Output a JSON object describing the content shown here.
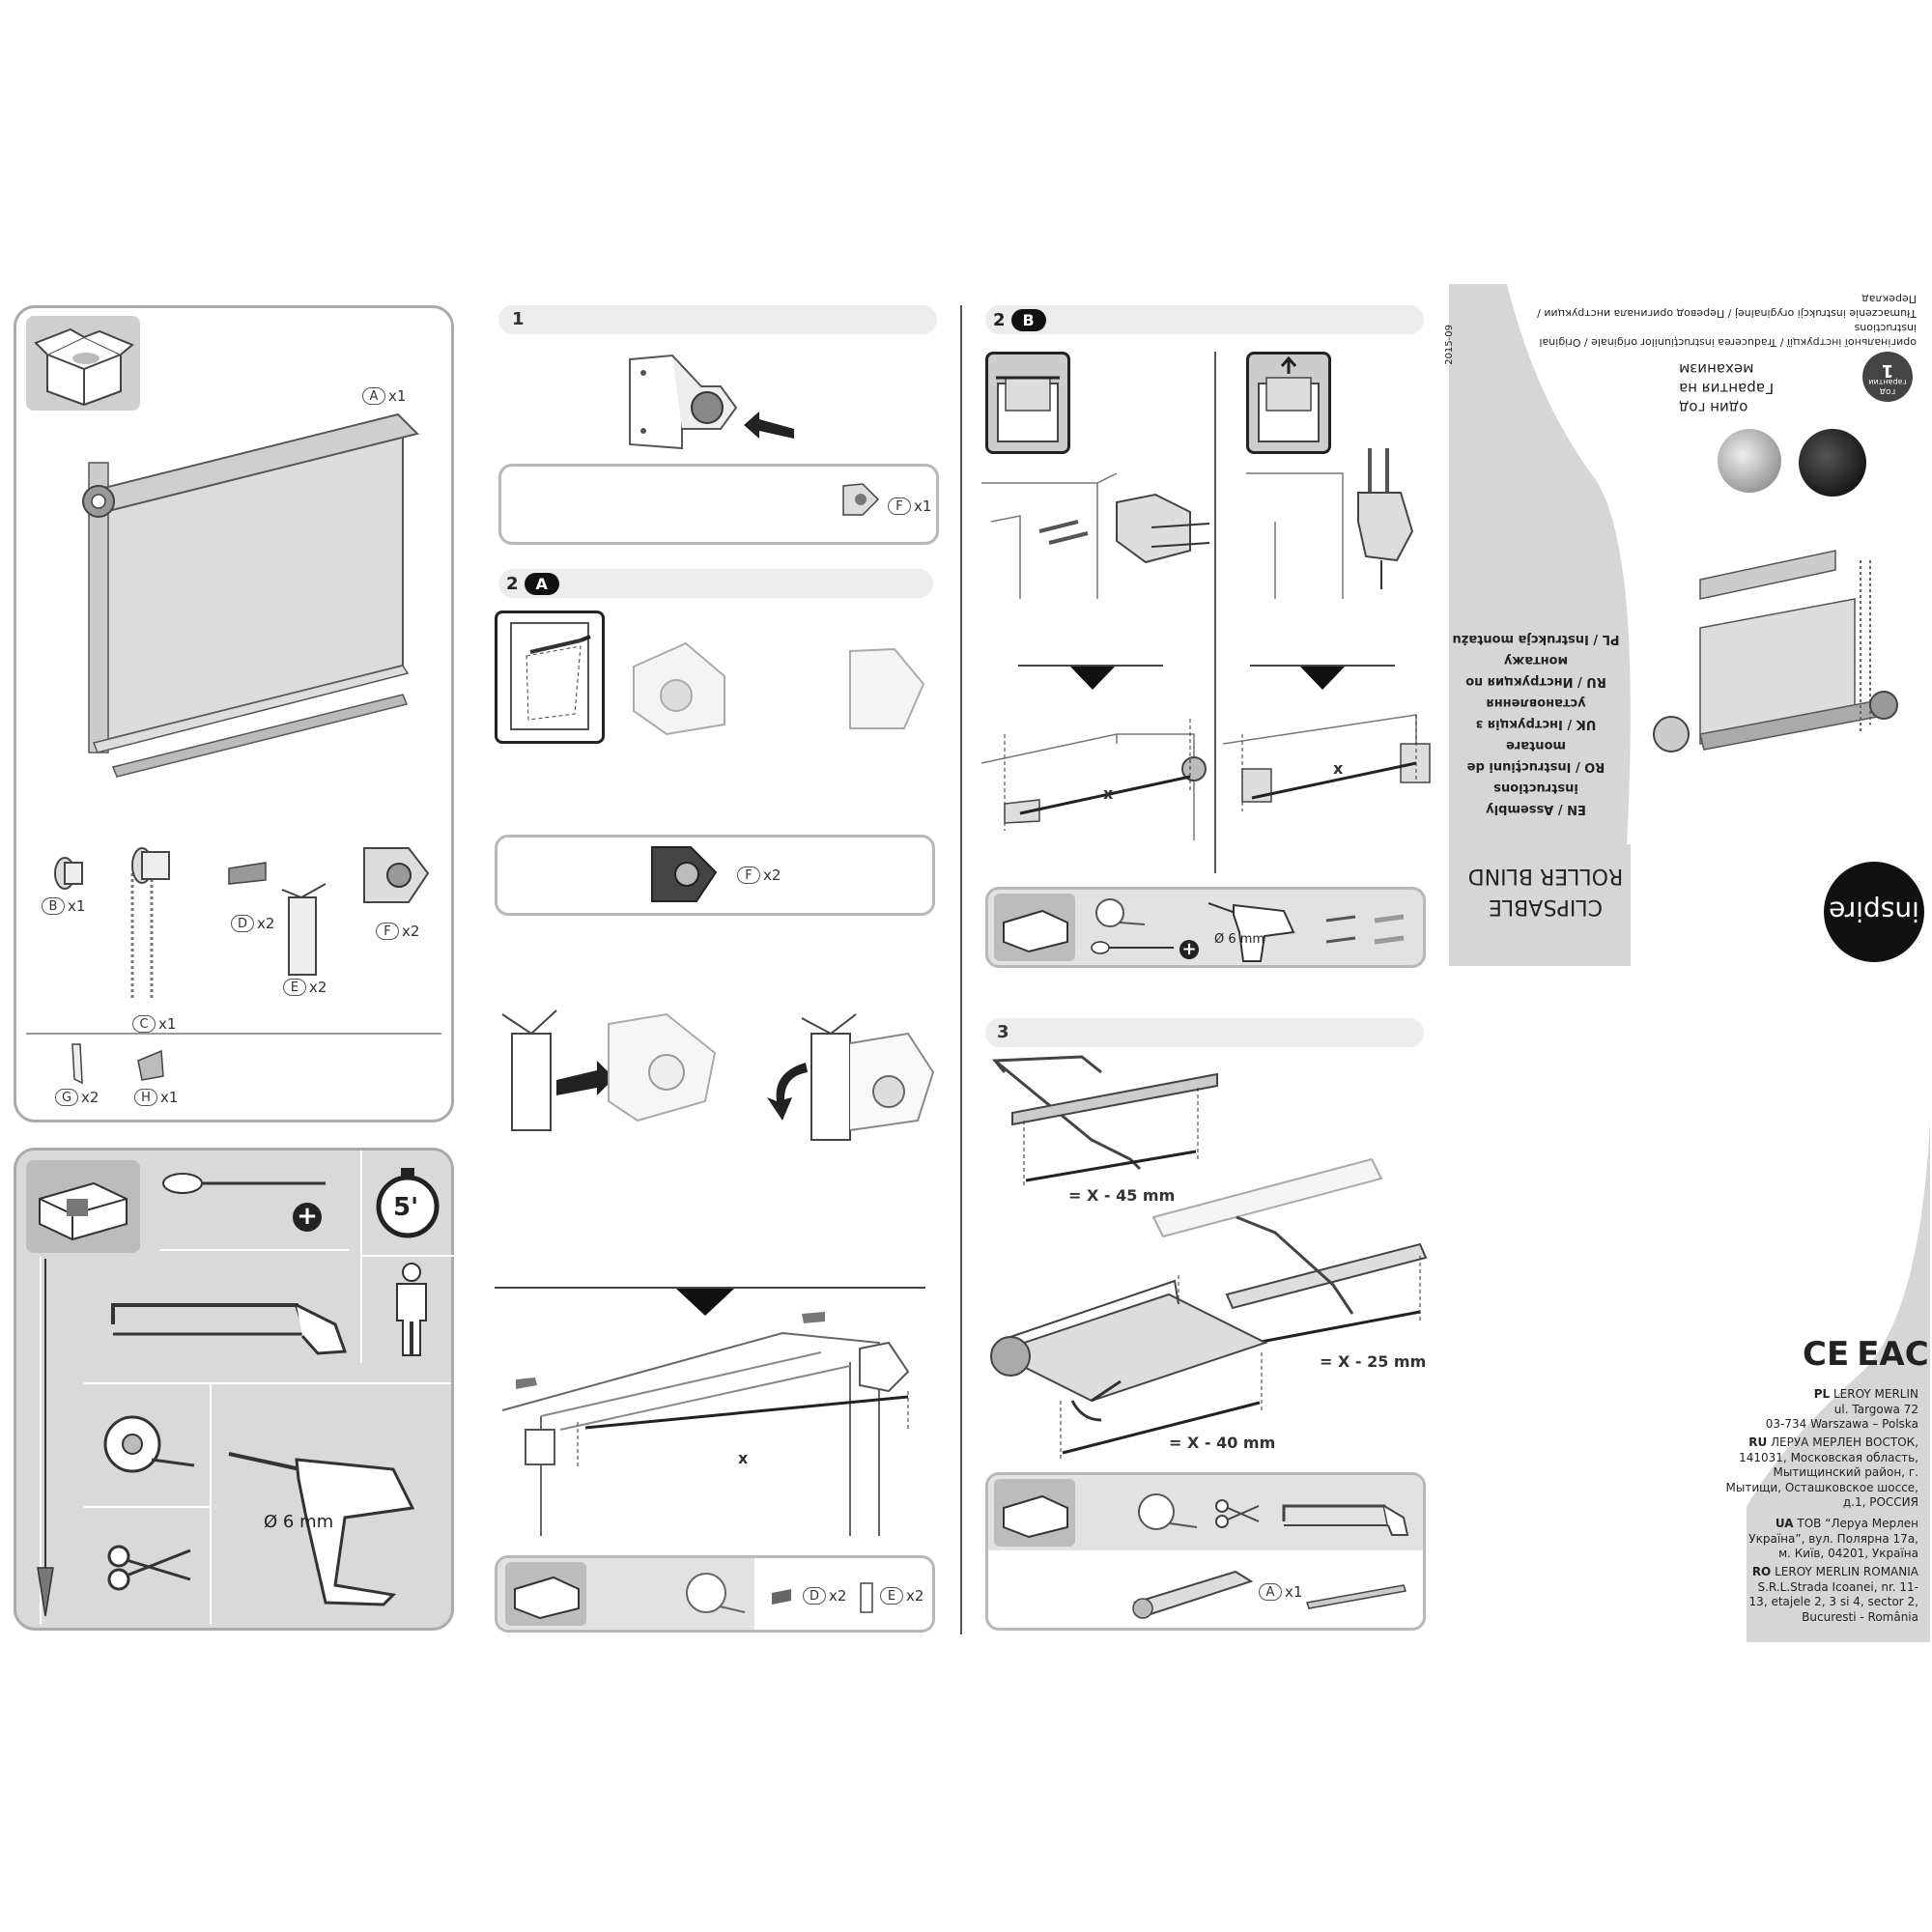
{
  "parts": {
    "A": {
      "letter": "A",
      "qty": "x1"
    },
    "B": {
      "letter": "B",
      "qty": "x1"
    },
    "C": {
      "letter": "C",
      "qty": "x1"
    },
    "D": {
      "letter": "D",
      "qty": "x2"
    },
    "E": {
      "letter": "E",
      "qty": "x2"
    },
    "F": {
      "letter": "F",
      "qty": "x2"
    },
    "G": {
      "letter": "G",
      "qty": "x2"
    },
    "H": {
      "letter": "H",
      "qty": "x1"
    }
  },
  "tools": {
    "time": "5'",
    "drill_size": "Ø 6 mm"
  },
  "step1": {
    "label": "1",
    "F_letter": "F",
    "F_qty": "x1"
  },
  "step2a": {
    "num": "2",
    "letter": "A",
    "F_letter": "F",
    "F_qty": "x2",
    "x_label": "x",
    "D_letter": "D",
    "D_qty": "x2",
    "E_letter": "E",
    "E_qty": "x2"
  },
  "step2b": {
    "num": "2",
    "letter": "B",
    "x_label_left": "x",
    "x_label_right": "x",
    "drill_size": "Ø 6 mm"
  },
  "step3": {
    "label": "3",
    "dim1": "= X - 45 mm",
    "dim2": "= X - 25 mm",
    "dim3": "= X - 40 mm",
    "A_letter": "A",
    "A_qty": "x1"
  },
  "cover": {
    "date": "2015-09",
    "original_line1": "Tłumaczenie instrukcji oryginalnej / Перевод оригинала инструкции / Переклад",
    "original_line2": "оригінальної інструкції / Traducerea instrucțiunilor originale / Original instructions",
    "warranty_line1": "Гарантия на механизм",
    "warranty_line2": "один год",
    "warranty_years": "1",
    "warranty_unit": "год",
    "warranty_sub": "гарантии",
    "lang_pl": "PL / Instrukcja montażu",
    "lang_ru": "RU / Инструкция по монтажу",
    "lang_uk": "UK / Інструкція з установлення",
    "lang_ro": "RO / Instrucțiuni de montare",
    "lang_en": "EN / Assembly instructions",
    "product1": "ROLLER BLIND",
    "product2": "CLIPSABLE",
    "brand": "inspire"
  },
  "marks": {
    "ce": "CE",
    "eac": "EAC"
  },
  "addresses": [
    {
      "code": "PL",
      "lines": [
        "LEROY MERLIN",
        "ul. Targowa 72",
        "03-734 Warszawa – Polska"
      ]
    },
    {
      "code": "RU",
      "lines": [
        "ЛЕРУА МЕРЛЕН ВОСТОК,",
        "141031, Московская область,",
        "Мытищинский район, г.",
        "Мытищи, Осташковское шоссе,",
        "д.1, РОССИЯ"
      ]
    },
    {
      "code": "UA",
      "lines": [
        "ТОВ “Леруа Мерлен",
        "Україна”, вул. Полярна 17а,",
        "м. Київ, 04201, Україна"
      ]
    },
    {
      "code": "RO",
      "lines": [
        "LEROY MERLIN ROMANIA",
        "S.R.L.Strada Icoanei, nr. 11-",
        "13, etajele 2, 3 si 4, sector 2,",
        "Bucuresti - România"
      ]
    }
  ]
}
